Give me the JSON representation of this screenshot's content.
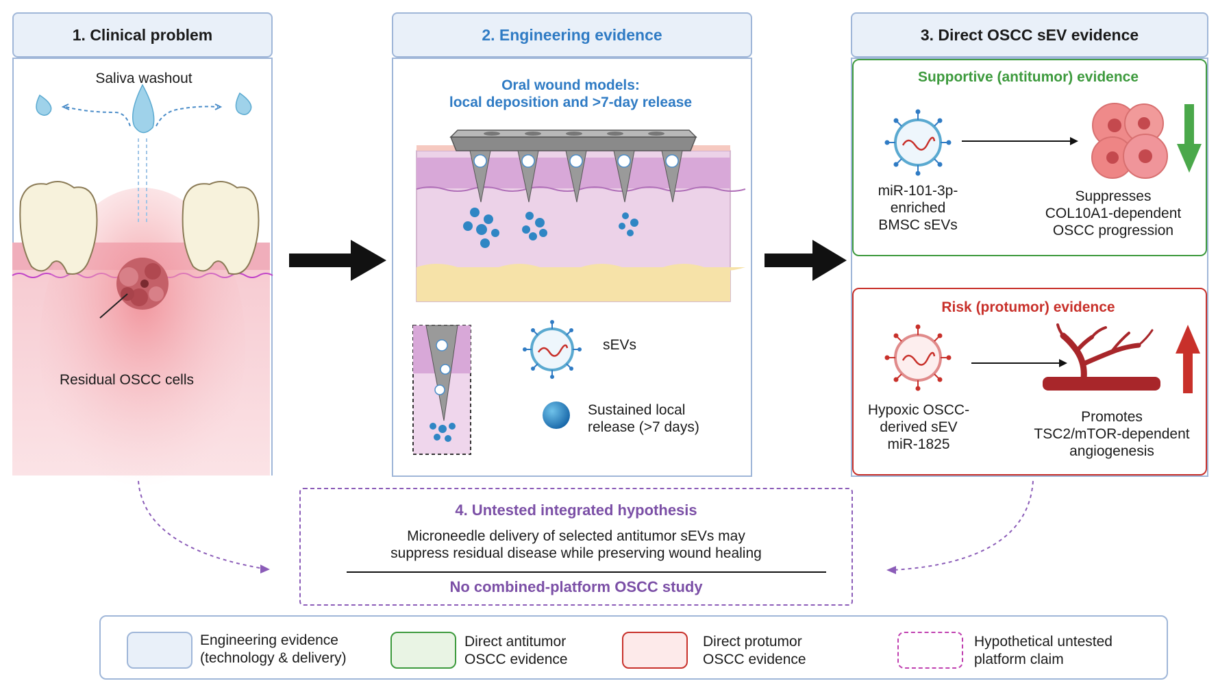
{
  "panel1": {
    "header": "1. Clinical problem",
    "saliva_label": "Saliva washout",
    "cells_label": "Residual OSCC cells"
  },
  "panel2": {
    "header": "2. Engineering evidence",
    "title_line1": "Oral wound models:",
    "title_line2": "local deposition and >7-day release",
    "key_sevs": "sEVs",
    "key_release_line1": "Sustained local",
    "key_release_line2": "release (>7 days)"
  },
  "panel3": {
    "header": "3. Direct OSCC sEV evidence",
    "supportive_title": "Supportive (antitumor) evidence",
    "supportive_left_line1": "miR-101-3p-",
    "supportive_left_line2": "enriched",
    "supportive_left_line3": "BMSC sEVs",
    "supportive_right_line1": "Suppresses",
    "supportive_right_line2": "COL10A1-dependent",
    "supportive_right_line3": "OSCC progression",
    "risk_title": "Risk (protumor) evidence",
    "risk_left_line1": "Hypoxic OSCC-",
    "risk_left_line2": "derived sEV",
    "risk_left_line3": "miR-1825",
    "risk_right_line1": "Promotes",
    "risk_right_line2": "TSC2/mTOR-dependent",
    "risk_right_line3": "angiogenesis"
  },
  "panel4": {
    "title": "4. Untested integrated hypothesis",
    "body_line1": "Microneedle delivery of selected antitumor sEVs may",
    "body_line2": "suppress residual disease while preserving wound healing",
    "footer": "No combined-platform OSCC study"
  },
  "legend": {
    "engineering_line1": "Engineering evidence",
    "engineering_line2": "(technology & delivery)",
    "antitumor_line1": "Direct antitumor",
    "antitumor_line2": "OSCC evidence",
    "protumor_line1": "Direct protumor",
    "protumor_line2": "OSCC evidence",
    "hypothetical_line1": "Hypothetical untested",
    "hypothetical_line2": "platform claim"
  },
  "colors": {
    "header_blue": "#2f7bc4",
    "green": "#3d9a3d",
    "red": "#c8302a",
    "purple": "#7b4fa6",
    "blue_border": "#9fb6d8"
  }
}
